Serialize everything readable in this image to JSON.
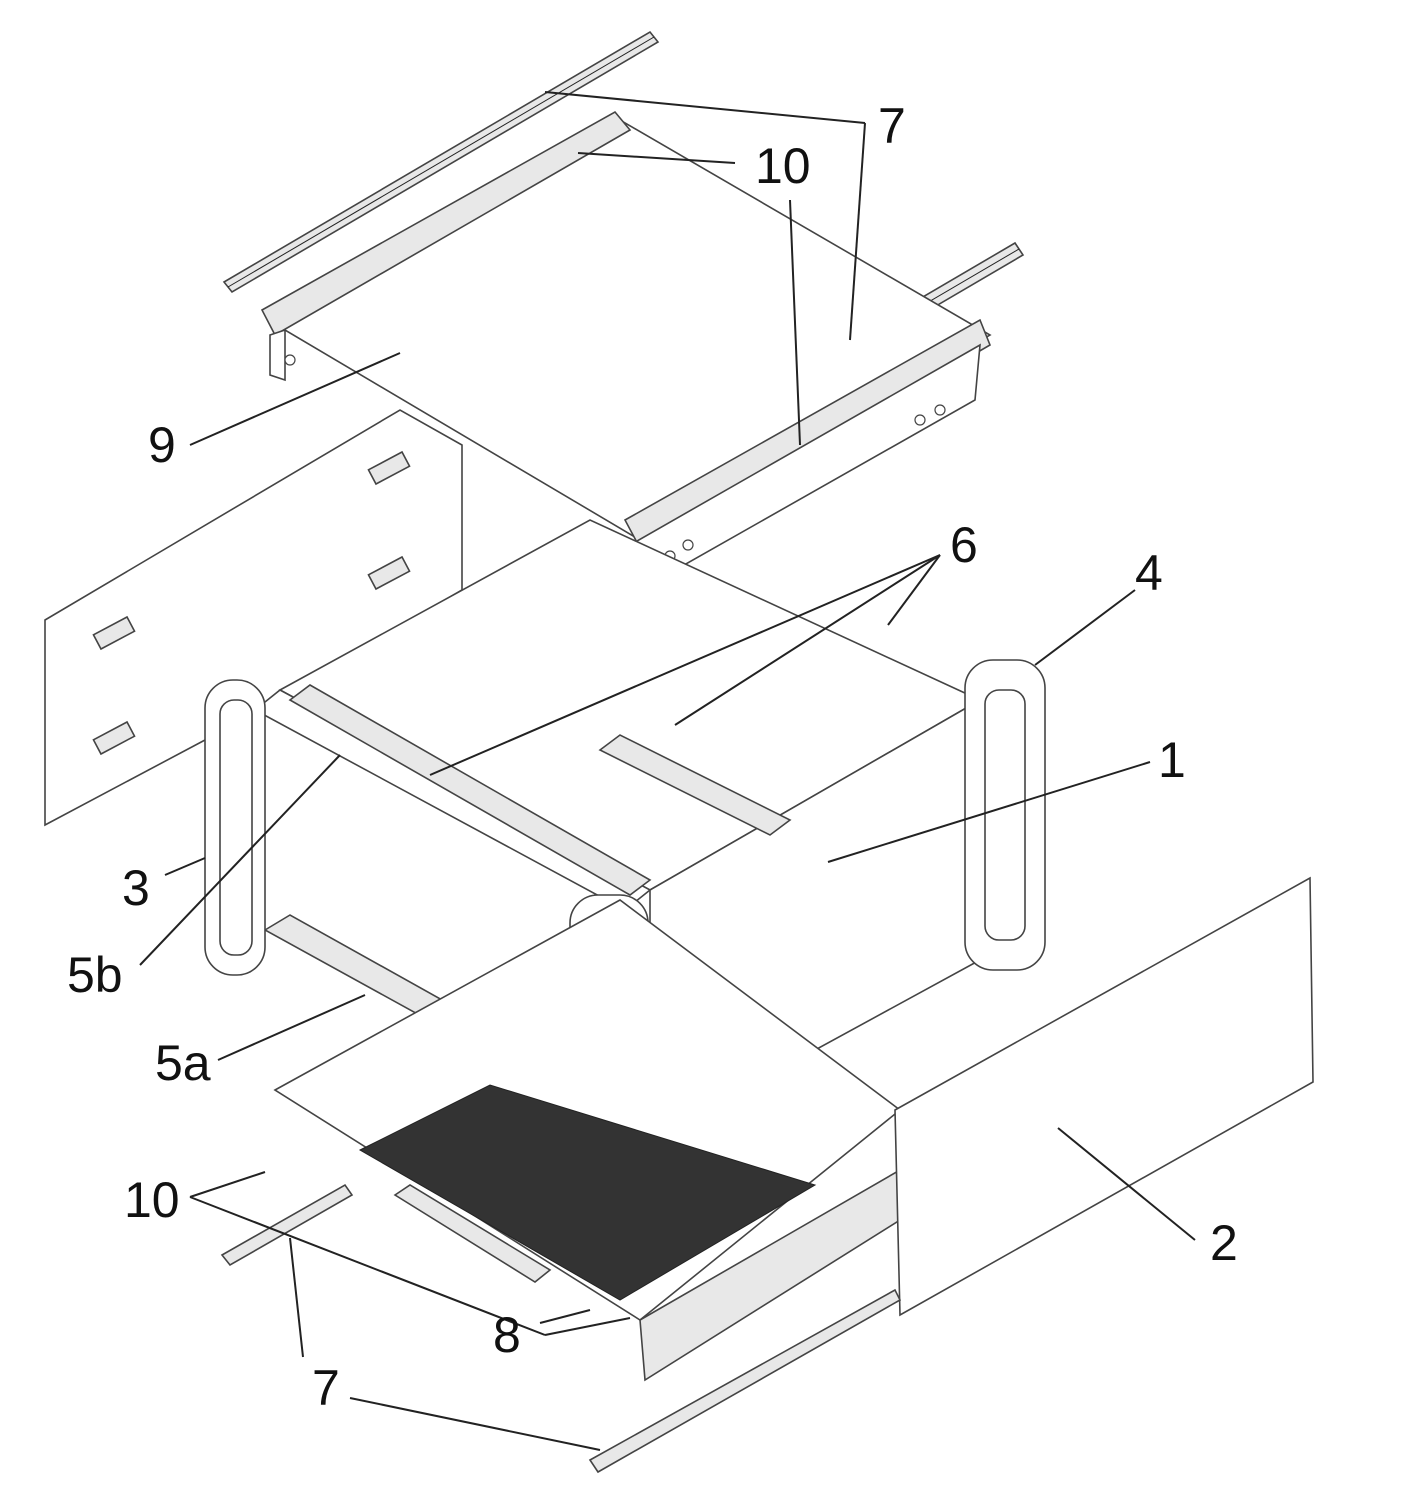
{
  "figure": {
    "labels": {
      "l1": "1",
      "l2": "2",
      "l3": "3",
      "l4": "4",
      "l5a": "5a",
      "l5b": "5b",
      "l6": "6",
      "l7_top": "7",
      "l7_bottom": "7",
      "l8": "8",
      "l9": "9",
      "l10_top": "10",
      "l10_bottom": "10"
    }
  }
}
